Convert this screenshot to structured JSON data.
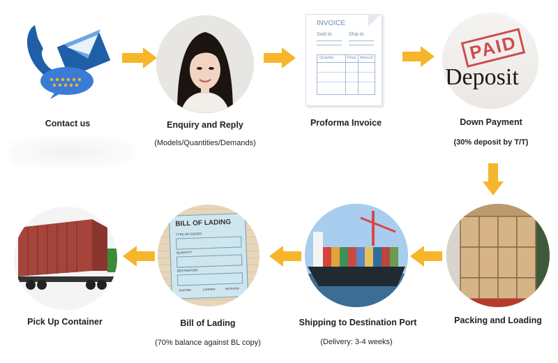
{
  "steps": [
    {
      "label": "Contact us",
      "sub": ""
    },
    {
      "label": "Enquiry and Reply",
      "sub": "(Models/Quantities/Demands)"
    },
    {
      "label": "Proforma Invoice",
      "sub": ""
    },
    {
      "label": "Down Payment",
      "sub": "(30% deposit by T/T)"
    },
    {
      "label": "Packing and Loading",
      "sub": ""
    },
    {
      "label": "Shipping to Destination Port",
      "sub": "(Delivery: 3-4 weeks)"
    },
    {
      "label": "Bill of Lading",
      "sub": "(70% balance against BL copy)"
    },
    {
      "label": "Pick Up Container",
      "sub": ""
    }
  ],
  "invoice": {
    "title": "INVOICE",
    "sold_to": "Sold to",
    "ship_to": "Ship to",
    "col_quantity": "Quantity",
    "col_price": "Price",
    "col_amount": "Amount"
  },
  "deposit": {
    "stamp": "PAID",
    "word": "Deposit"
  },
  "bill": {
    "title": "BILL OF LADING",
    "type_of_goods": "TYPE OF GOODS",
    "quantity": "QUANTITY",
    "destination": "DESTINATION",
    "shipper": "SHIPPER",
    "carrier": "CARRIER",
    "receiver": "RECEIVER"
  },
  "colors": {
    "arrow": "#f7b52b",
    "container": "#a5443a",
    "envelope": "#1f5fa8"
  }
}
